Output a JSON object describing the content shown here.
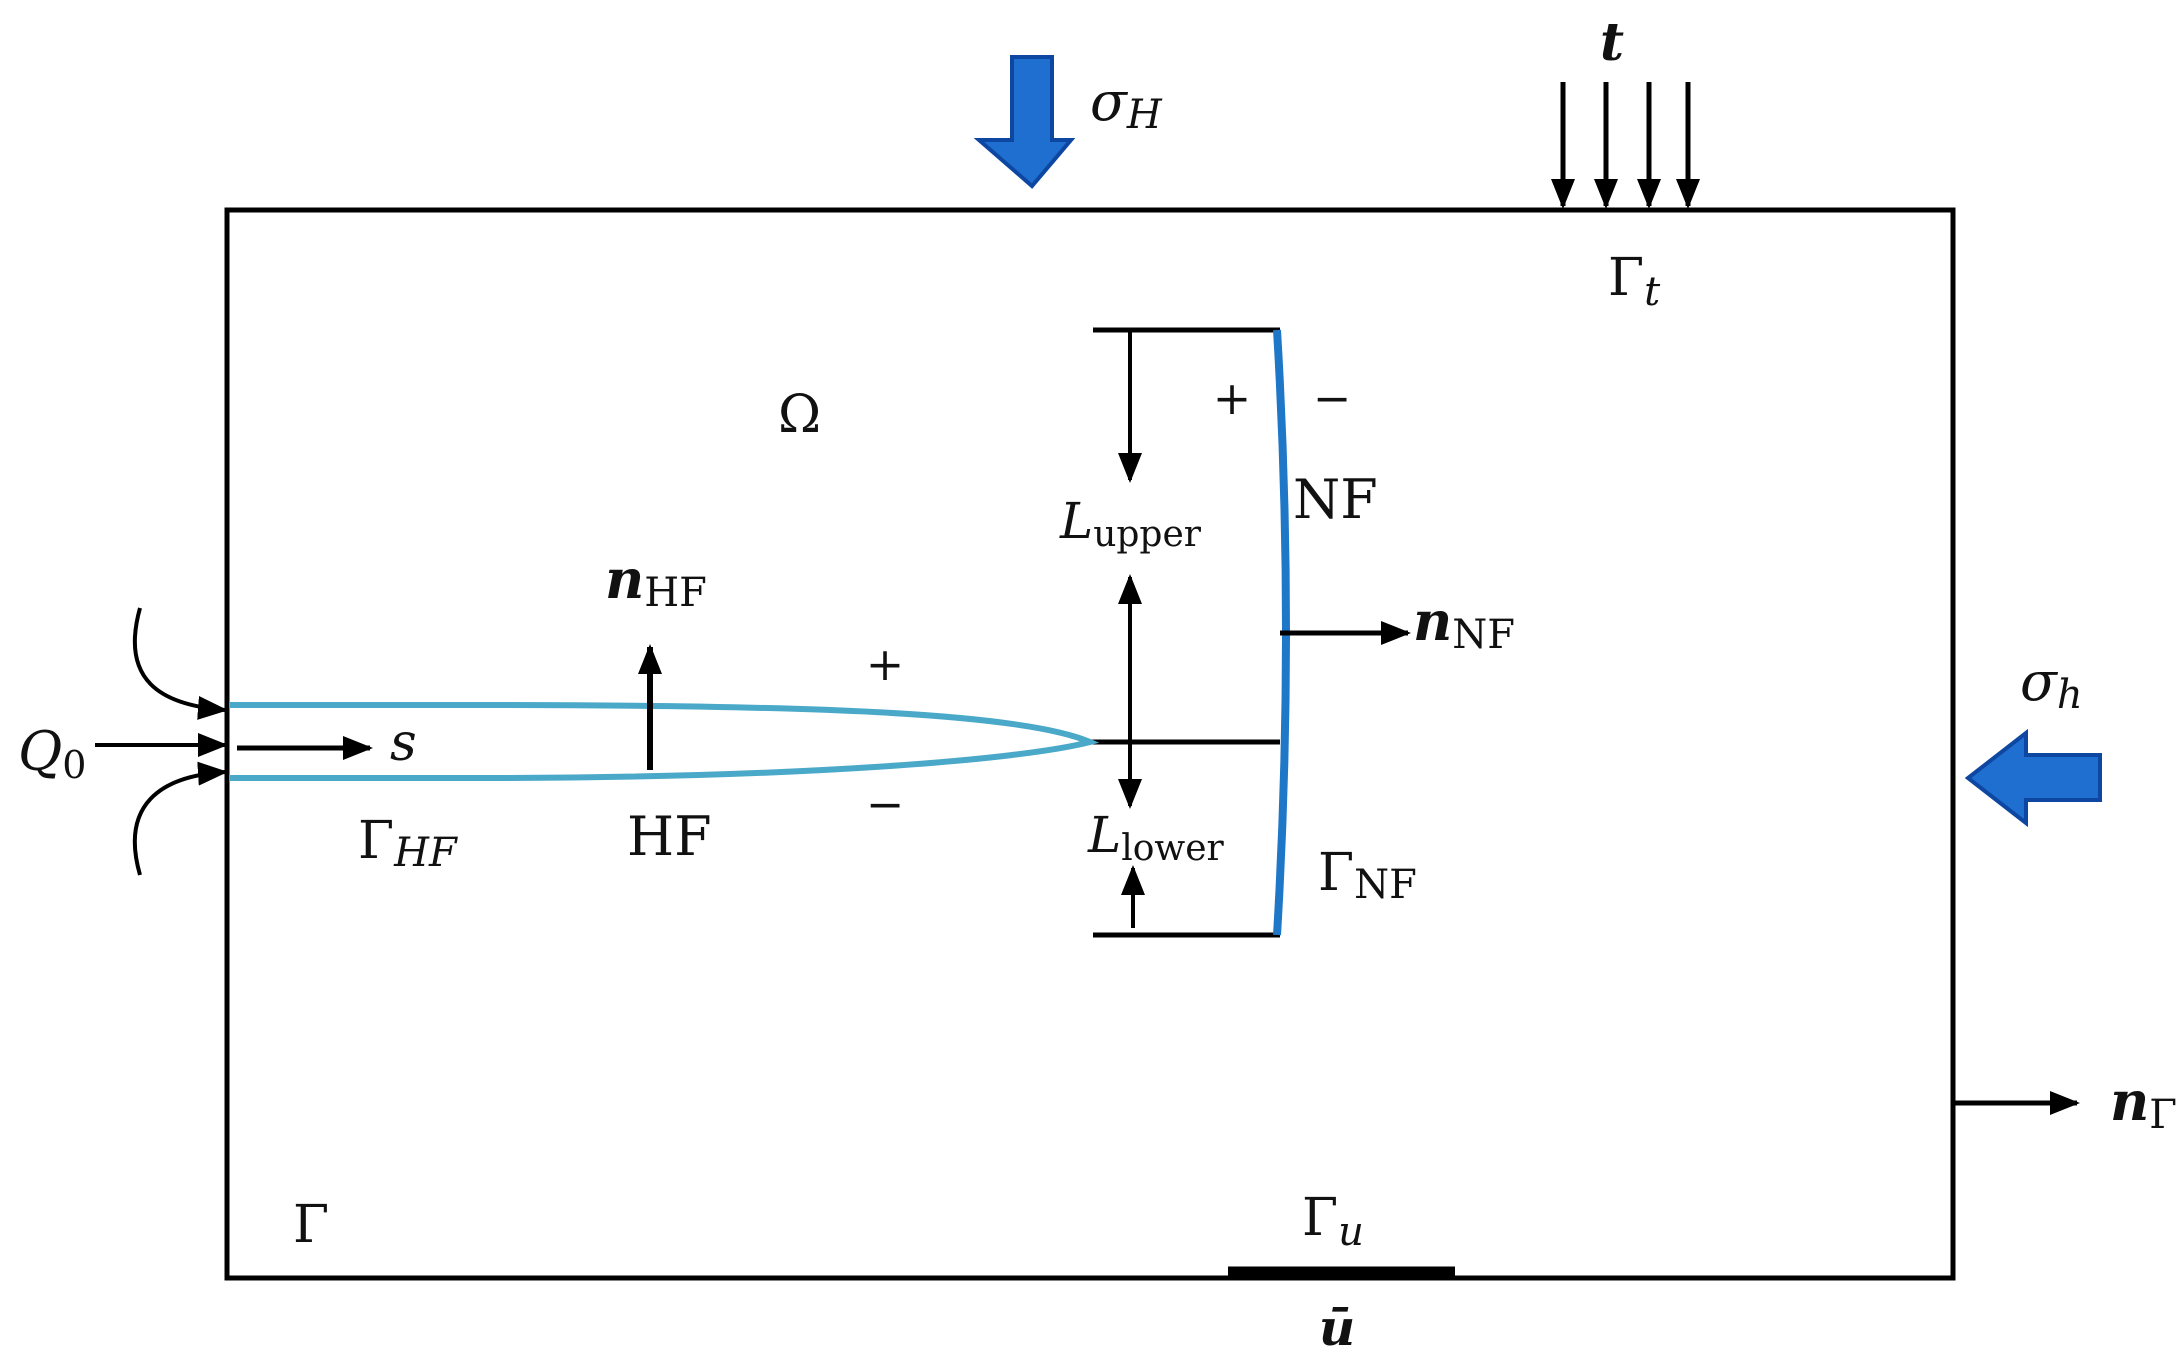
{
  "labels": {
    "sigma_H": {
      "main": "σ",
      "sub": "H"
    },
    "t": "t",
    "gamma_t": {
      "main": "Γ",
      "sub": "t"
    },
    "omega": "Ω",
    "plus_nf": "+",
    "minus_nf": "−",
    "nf": "NF",
    "l_upper": {
      "main": "L",
      "sub": "upper"
    },
    "n_hf": {
      "main": "n",
      "sub": "HF"
    },
    "n_nf": {
      "main": "n",
      "sub": "NF"
    },
    "plus_hf": "+",
    "minus_hf": "−",
    "sigma_h": {
      "main": "σ",
      "sub": "h"
    },
    "q0": {
      "main": "Q",
      "sub": "0"
    },
    "s": "s",
    "gamma_hf": {
      "main": "Γ",
      "sub": "HF"
    },
    "hf": "HF",
    "l_lower": {
      "main": "L",
      "sub": "lower"
    },
    "gamma_nf": {
      "main": "Γ",
      "sub": "NF"
    },
    "n_gamma": {
      "main": "n",
      "sub": "Γ"
    },
    "gamma": "Γ",
    "gamma_u": {
      "main": "Γ",
      "sub": "u"
    },
    "u_bar": "ū"
  },
  "colors": {
    "stroke": "#000000",
    "load_arrow": "#1f6fd0",
    "load_arrow_edge": "#0d47a1",
    "hydraulic_fracture": "#4aa8c8",
    "natural_fracture": "#1f77c8"
  }
}
